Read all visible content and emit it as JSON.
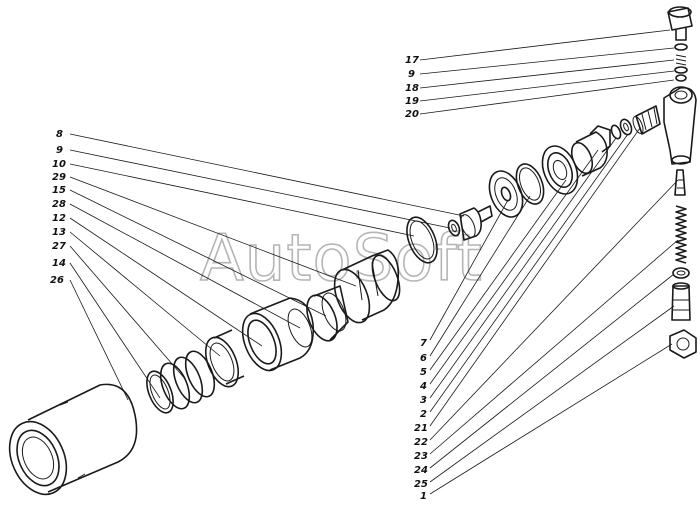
{
  "watermark": "AutoSoft",
  "labels_left": [
    "8",
    "9",
    "10",
    "29",
    "15",
    "28",
    "12",
    "13",
    "27",
    "14",
    "26"
  ],
  "labels_top_right": [
    "17",
    "9",
    "18",
    "19",
    "20"
  ],
  "labels_bottom_right": [
    "7",
    "6",
    "5",
    "4",
    "3",
    "2",
    "21",
    "22",
    "23",
    "24",
    "25",
    "1"
  ]
}
